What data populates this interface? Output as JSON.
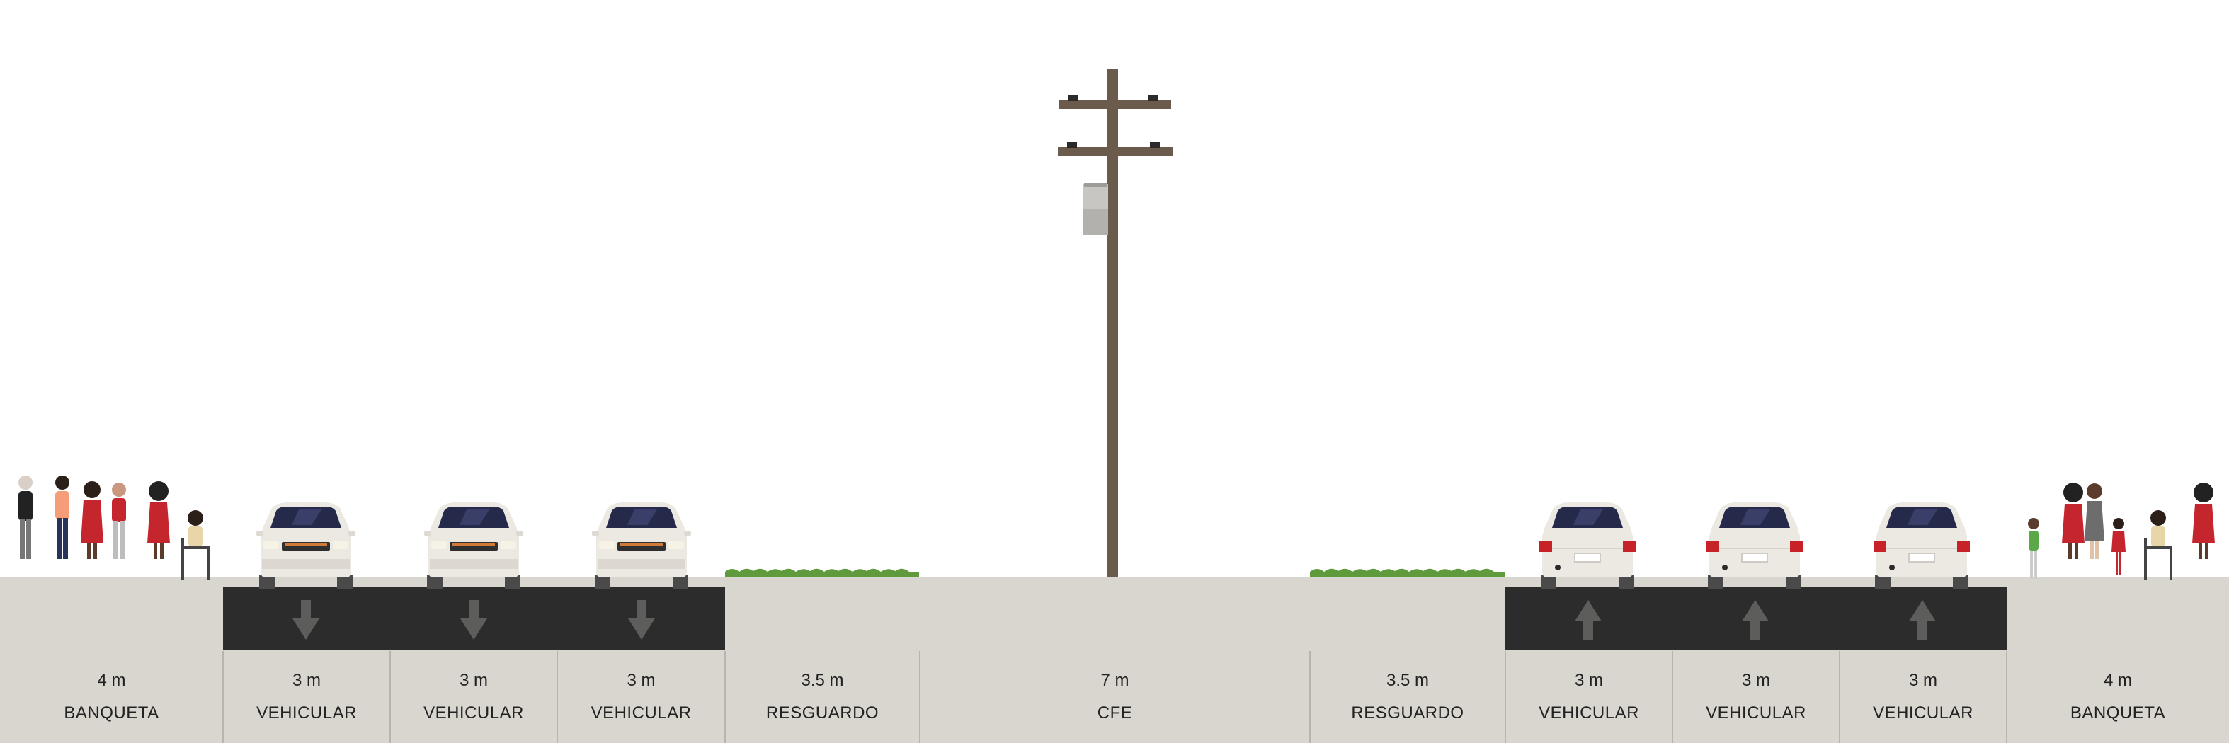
{
  "segments": [
    {
      "width": "4 m",
      "name": "BANQUETA"
    },
    {
      "width": "3 m",
      "name": "VEHICULAR"
    },
    {
      "width": "3 m",
      "name": "VEHICULAR"
    },
    {
      "width": "3 m",
      "name": "VEHICULAR"
    },
    {
      "width": "3.5 m",
      "name": "RESGUARDO"
    },
    {
      "width": "7 m",
      "name": "CFE"
    },
    {
      "width": "3.5 m",
      "name": "RESGUARDO"
    },
    {
      "width": "3 m",
      "name": "VEHICULAR"
    },
    {
      "width": "3 m",
      "name": "VEHICULAR"
    },
    {
      "width": "3 m",
      "name": "VEHICULAR"
    },
    {
      "width": "4 m",
      "name": "BANQUETA"
    }
  ],
  "colors": {
    "ground": "#d9d5cf",
    "asphalt": "#2b2c2b",
    "arrow": "#5d5d5b",
    "grass": "#5f9b3c",
    "pole": "#6b5b4c",
    "car_body": "#ece9e3",
    "windshield": "#262a4a",
    "tail_light": "#c72228"
  },
  "icons": [
    "pedestrian-icon",
    "car-front-icon",
    "car-rear-icon",
    "down-arrow-icon",
    "up-arrow-icon",
    "utility-pole-icon",
    "grass-icon"
  ]
}
